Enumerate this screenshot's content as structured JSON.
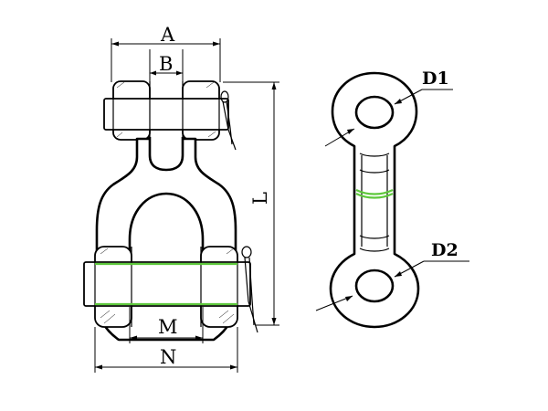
{
  "labels": {
    "a": "A",
    "b": "B",
    "l": "L",
    "m": "M",
    "n": "N",
    "d1": "D1",
    "d2": "D2"
  },
  "colors": {
    "outline": "#000000",
    "highlight": "#5ec83c",
    "background": "#ffffff"
  }
}
